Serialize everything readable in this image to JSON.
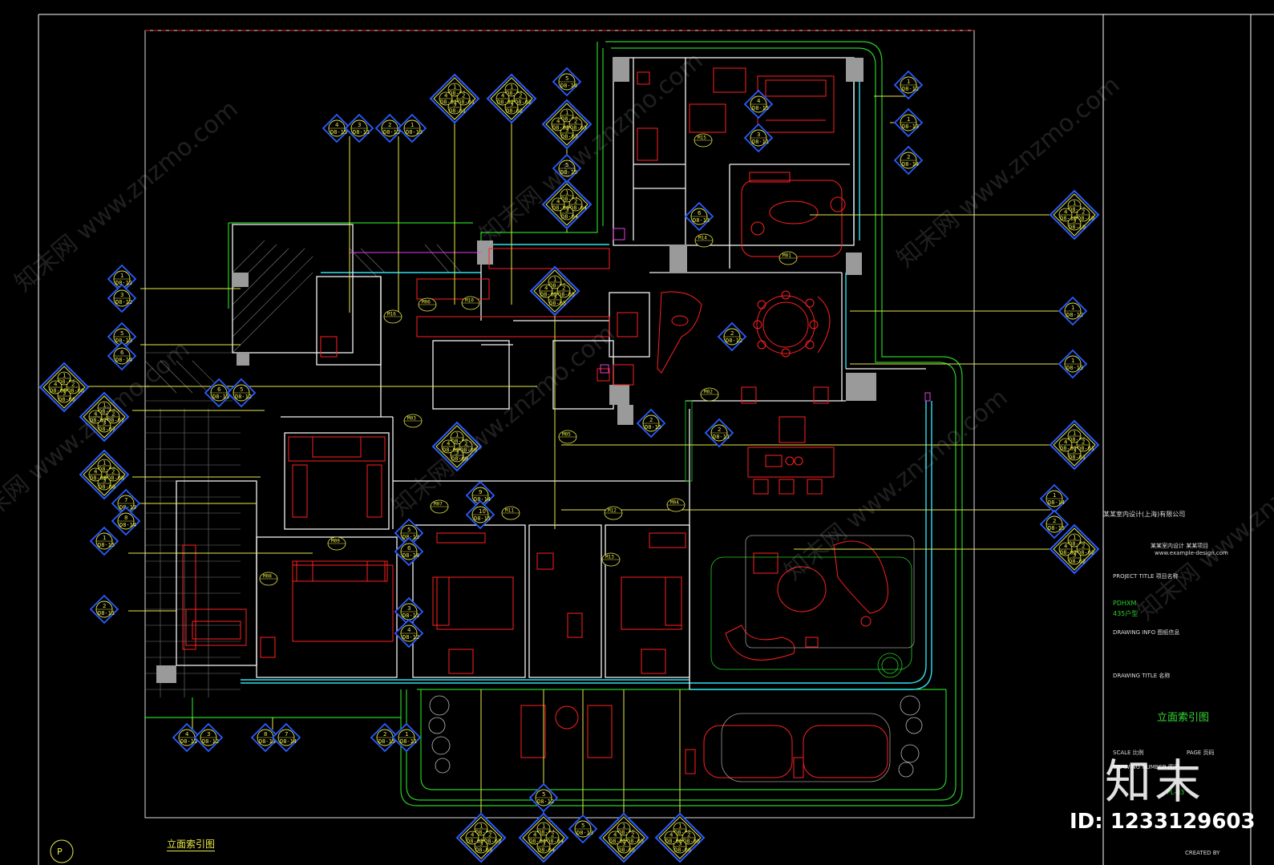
{
  "drawing": {
    "bottom_title": "立面索引图",
    "section_mark": "P"
  },
  "title_block": {
    "company": "某某室内设计(上海)有限公司",
    "company_sub": "某某室内设计 某某项目",
    "company_sub2": "www.example-design.com",
    "project_title_label": "PROJECT TITLE",
    "project_title_value": "项目名称",
    "project_code": "PDHXM",
    "project_type": "435户型",
    "drawing_info_label": "DRAWING INFO",
    "drawing_info_value": "图纸信息",
    "drawing_title_label": "DRAWING TITLE",
    "drawing_title_value": "名称",
    "drawing_title_cn": "立面索引图",
    "scale_label": "SCALE",
    "scale_value": "比例",
    "page_label": "PAGE",
    "page_value": "页码",
    "drawing_number_label": "DRAWING NUMBER",
    "drawing_number_value": "图号",
    "sheet_no": "PL-03",
    "created_by": "CREATED BY"
  },
  "watermark": {
    "site": "知末网 www.znzmo.com",
    "logo": "知末",
    "id": "ID: 1233129603"
  },
  "markers": {
    "diamond_labels": [
      "D8-01",
      "D8-02",
      "D8-03",
      "D8-04",
      "D8-05",
      "D8-06",
      "D8-07",
      "D8-08",
      "D8-09",
      "D8-10"
    ],
    "single_labels": [
      "D8-11",
      "D8-12",
      "D8-13",
      "D8-14",
      "D8-15"
    ]
  },
  "doors": [
    "M01",
    "M02",
    "M03",
    "M04",
    "M05",
    "M06",
    "M07",
    "M08",
    "M09",
    "M10",
    "M11",
    "M12",
    "M13",
    "M14",
    "M15",
    "M16"
  ],
  "colors": {
    "background": "#000000",
    "wall_white": "#ffffff",
    "furniture_red": "#ff2020",
    "outline_green": "#25d025",
    "glass_cyan": "#30e0f0",
    "marker_yellow": "#e8e84a",
    "marker_blue": "#2a5cff",
    "hatch_grey": "#7a7a7a",
    "tag_magenta": "#e040e0"
  }
}
